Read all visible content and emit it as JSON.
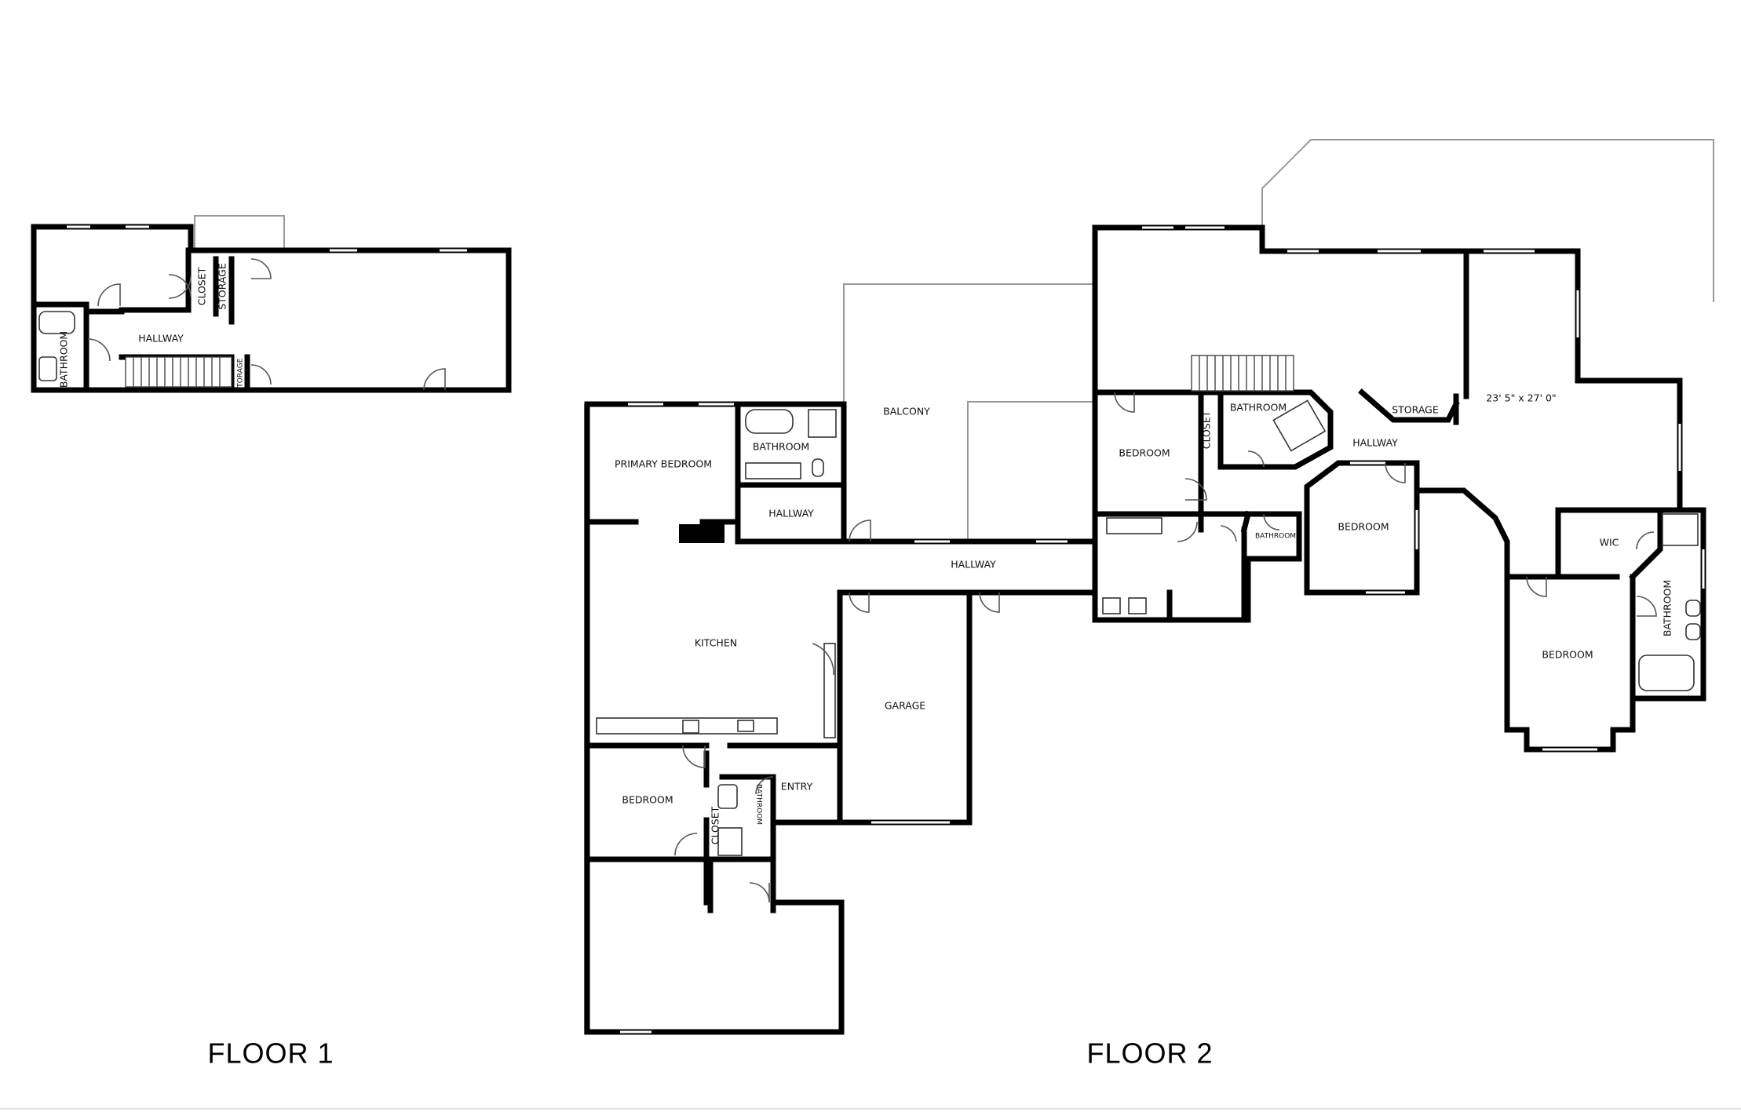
{
  "floors": [
    {
      "title": "FLOOR 1"
    },
    {
      "title": "FLOOR 2"
    }
  ],
  "floor1_rooms": {
    "hallway": "HALLWAY",
    "bathroom": "BATHROOM",
    "closet": "CLOSET",
    "storage_top": "STORAGE",
    "storage_bottom": "STORAGE"
  },
  "floor2_rooms": {
    "primary_bedroom": "PRIMARY BEDROOM",
    "bathroom_primary": "BATHROOM",
    "hallway_primary": "HALLWAY",
    "balcony": "BALCONY",
    "hallway_main": "HALLWAY",
    "kitchen": "KITCHEN",
    "garage": "GARAGE",
    "bedroom_left": "BEDROOM",
    "closet_left": "CLOSET",
    "bathroom_small": "BATHROOM",
    "entry": "ENTRY",
    "bedroom_mid": "BEDROOM",
    "closet_mid": "CLOSET",
    "bathroom_mid": "BATHROOM",
    "bathroom_tiny": "BATHROOM",
    "hallway_right": "HALLWAY",
    "storage": "STORAGE",
    "bedroom_center": "BEDROOM",
    "dimension": "23' 5\" x 27' 0\"",
    "wic": "WIC",
    "bathroom_right": "BATHROOM",
    "bedroom_right": "BEDROOM"
  }
}
